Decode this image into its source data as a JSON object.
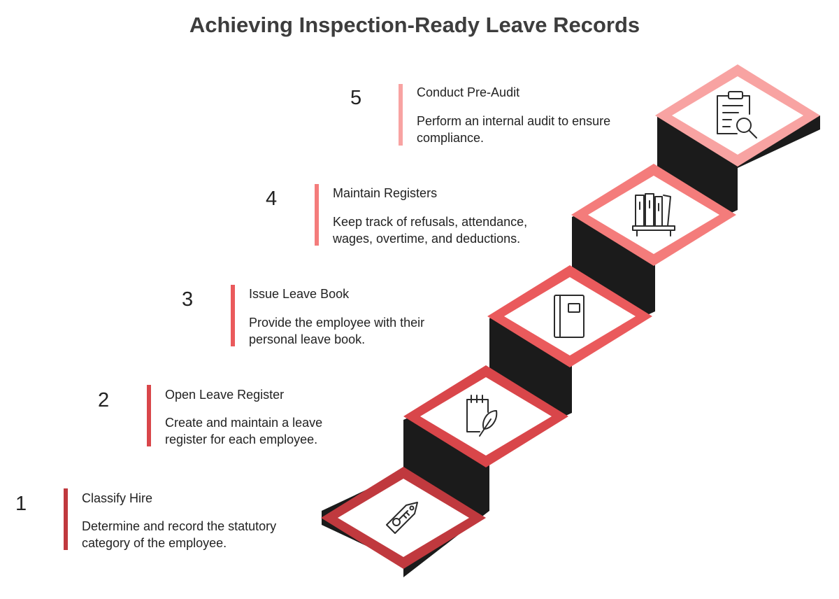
{
  "title": "Achieving Inspection-Ready Leave Records",
  "steps": [
    {
      "number": "1",
      "heading": "Classify Hire",
      "description": "Determine and record the statutory category of the employee.",
      "color": "#c0393e",
      "icon": "key-tag-icon"
    },
    {
      "number": "2",
      "heading": "Open Leave Register",
      "description": "Create and maintain a leave register for each employee.",
      "color": "#d9464a",
      "icon": "calendar-feather-icon"
    },
    {
      "number": "3",
      "heading": "Issue Leave Book",
      "description": "Provide the employee with their personal leave book.",
      "color": "#ea5a5c",
      "icon": "notebook-icon"
    },
    {
      "number": "4",
      "heading": "Maintain Registers",
      "description": "Keep track of refusals, attendance, wages, overtime, and deductions.",
      "color": "#f47c7b",
      "icon": "binders-shelf-icon"
    },
    {
      "number": "5",
      "heading": "Conduct Pre-Audit",
      "description": "Perform an internal audit to ensure compliance.",
      "color": "#f8a3a2",
      "icon": "clipboard-search-icon"
    }
  ]
}
